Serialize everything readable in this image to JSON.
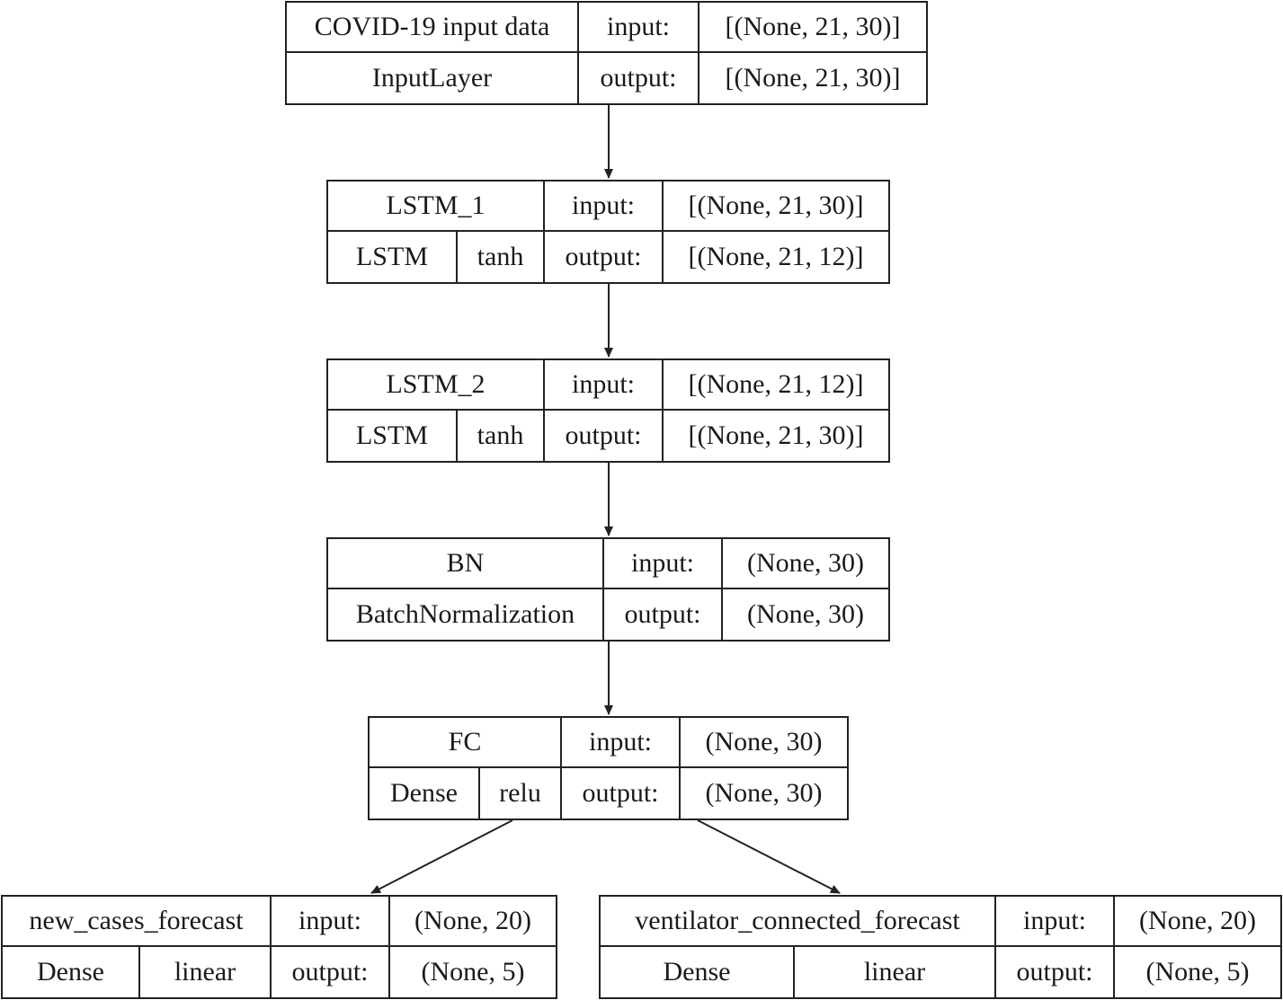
{
  "nodes": [
    {
      "id": "input",
      "name": "COVID-19 input data",
      "type": "InputLayer",
      "activation": "",
      "input_label": "input:",
      "input_shape": "[(None, 21, 30)]",
      "output_label": "output:",
      "output_shape": "[(None, 21, 30)]"
    },
    {
      "id": "lstm1",
      "name": "LSTM_1",
      "type": "LSTM",
      "activation": "tanh",
      "input_label": "input:",
      "input_shape": "[(None, 21, 30)]",
      "output_label": "output:",
      "output_shape": "[(None, 21, 12)]"
    },
    {
      "id": "lstm2",
      "name": "LSTM_2",
      "type": "LSTM",
      "activation": "tanh",
      "input_label": "input:",
      "input_shape": "[(None, 21, 12)]",
      "output_label": "output:",
      "output_shape": "[(None, 21, 30)]"
    },
    {
      "id": "bn",
      "name": "BN",
      "type": "BatchNormalization",
      "activation": "",
      "input_label": "input:",
      "input_shape": "(None, 30)",
      "output_label": "output:",
      "output_shape": "(None, 30)"
    },
    {
      "id": "fc",
      "name": "FC",
      "type": "Dense",
      "activation": "relu",
      "input_label": "input:",
      "input_shape": "(None, 30)",
      "output_label": "output:",
      "output_shape": "(None, 30)"
    },
    {
      "id": "newcases",
      "name": "new_cases_forecast",
      "type": "Dense",
      "activation": "linear",
      "input_label": "input:",
      "input_shape": "(None, 20)",
      "output_label": "output:",
      "output_shape": "(None, 5)"
    },
    {
      "id": "vent",
      "name": "ventilator_connected_forecast",
      "type": "Dense",
      "activation": "linear",
      "input_label": "input:",
      "input_shape": "(None, 20)",
      "output_label": "output:",
      "output_shape": "(None, 5)"
    }
  ],
  "edges": [
    {
      "from": "input",
      "to": "lstm1"
    },
    {
      "from": "lstm1",
      "to": "lstm2"
    },
    {
      "from": "lstm2",
      "to": "bn"
    },
    {
      "from": "bn",
      "to": "fc"
    },
    {
      "from": "fc",
      "to": "newcases"
    },
    {
      "from": "fc",
      "to": "vent"
    }
  ]
}
